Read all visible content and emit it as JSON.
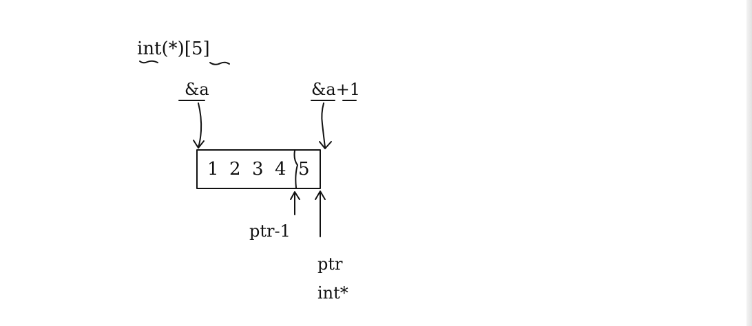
{
  "labels": {
    "type_decl": "int(*)[5]",
    "addr_a": "&a",
    "addr_a_plus_1": "&a+1",
    "ptr_minus_1": "ptr-1",
    "ptr": "ptr",
    "ptr_type": "int*"
  },
  "array": {
    "elements": [
      "1",
      "2",
      "3",
      "4",
      "5"
    ]
  },
  "colors": {
    "ink": "#111111",
    "background": "#ffffff"
  }
}
